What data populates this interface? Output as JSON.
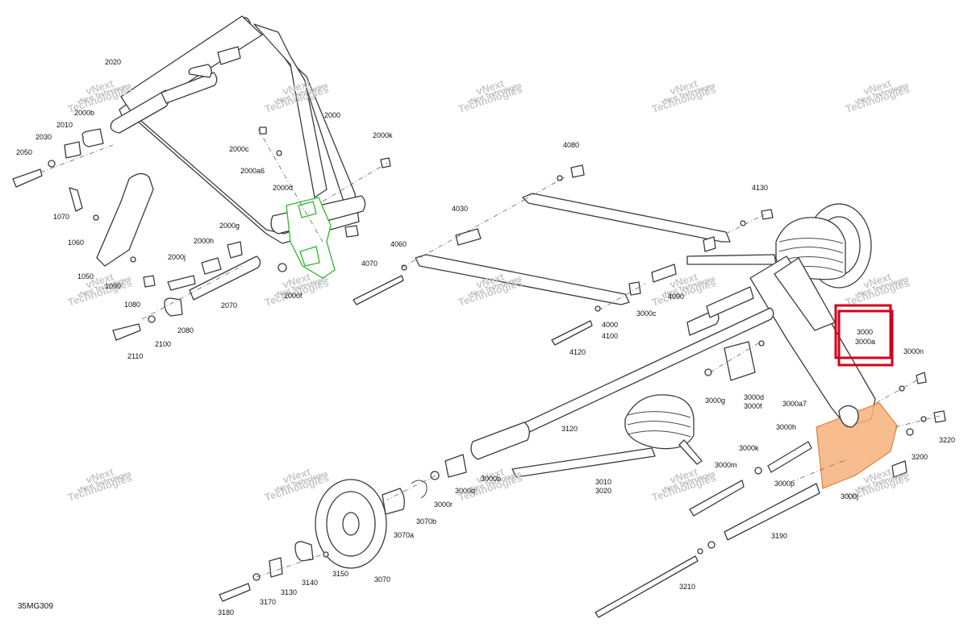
{
  "diagram_code": "35MG309",
  "watermark": {
    "line1": "vNext",
    "line2": "Technologies",
    "sub": "vNext Technologies"
  },
  "highlight_labels": [
    "3000",
    "3000a"
  ],
  "labels": [
    "2020",
    "2000",
    "2000b",
    "2010",
    "2030",
    "2050",
    "2000c",
    "2000a6",
    "2000k",
    "2000d",
    "1070",
    "1060",
    "1050",
    "1090",
    "1080",
    "2000g",
    "2000h",
    "2000j",
    "2070",
    "2080",
    "2100",
    "2110",
    "2000f",
    "4080",
    "4130",
    "4030",
    "4060",
    "4070",
    "4090",
    "3000c",
    "4000",
    "4100",
    "4120",
    "3120",
    "3000n",
    "3000g",
    "3000d",
    "3000f",
    "3000a7",
    "3000h",
    "3000k",
    "3000m",
    "3000p",
    "3200",
    "3220",
    "3000b",
    "3010",
    "3020",
    "3000r",
    "3000q",
    "3070a",
    "3070b",
    "3070",
    "3150",
    "3140",
    "3130",
    "3170",
    "3180",
    "3190",
    "3210",
    "3000j"
  ],
  "colors": {
    "highlight": "#d0021b",
    "green_part": "#2fb52f",
    "orange_part": "#f7b27c"
  }
}
